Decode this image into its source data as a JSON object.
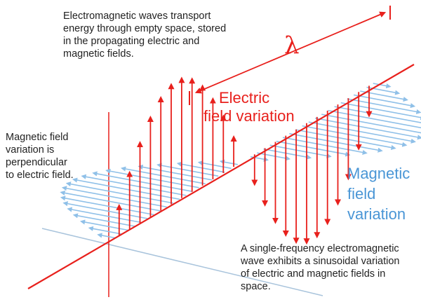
{
  "texts": {
    "intro_lines": [
      "Electromagnetic waves transport",
      "energy through empty space, stored",
      "in the propagating electric and",
      "magnetic fields."
    ],
    "magnetic_note_lines": [
      "Magnetic field",
      "variation is",
      "perpendicular",
      "to electric field."
    ],
    "bottom_note_lines": [
      "A single-frequency electromagnetic",
      "wave exhibits a sinusoidal variation",
      "of electric and magnetic fields in",
      "space."
    ],
    "electric_label_lines": [
      "Electric",
      "field variation"
    ],
    "magnetic_label_lines": [
      "Magnetic",
      "field",
      "variation"
    ],
    "wavelength_symbol": "λ"
  },
  "colors": {
    "electric": "#e8201c",
    "magnetic": "#8fc0e8",
    "magnetic_text": "#4a96d6",
    "axis": "#e8201c",
    "secondary_axis": "#a9c4dc",
    "note_text": "#222222"
  }
}
